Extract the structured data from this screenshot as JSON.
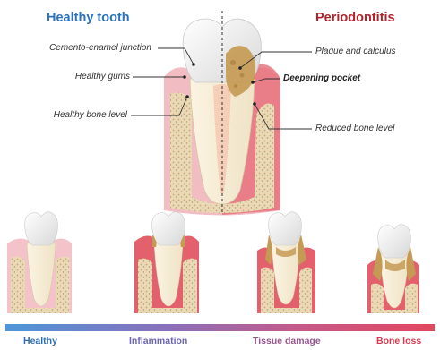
{
  "header": {
    "healthy_title": "Healthy tooth",
    "disease_title": "Periodontitis"
  },
  "labels_left": [
    "Cemento-enamel junction",
    "Healthy gums",
    "Healthy bone level"
  ],
  "labels_right": [
    "Plaque and calculus",
    "Deepening pocket",
    "Reduced bone level"
  ],
  "stages": [
    {
      "label": "Healthy",
      "color": "#2f6db5"
    },
    {
      "label": "Inflammation",
      "color": "#6a66b3"
    },
    {
      "label": "Tissue damage",
      "color": "#9a568f"
    },
    {
      "label": "Bone loss",
      "color": "#d9394f"
    }
  ],
  "colors": {
    "healthy_title": "#2b72c0",
    "disease_title": "#b2232c",
    "gradient": [
      "#4d96d8",
      "#8a6fba",
      "#c45a8a",
      "#e4475f"
    ],
    "gum_healthy": "#f2bcc3",
    "gum_inflamed": "#e35a68",
    "bone": "#ead9b6",
    "bone_dots": "#c9a774",
    "plaque": "#c59a55"
  }
}
